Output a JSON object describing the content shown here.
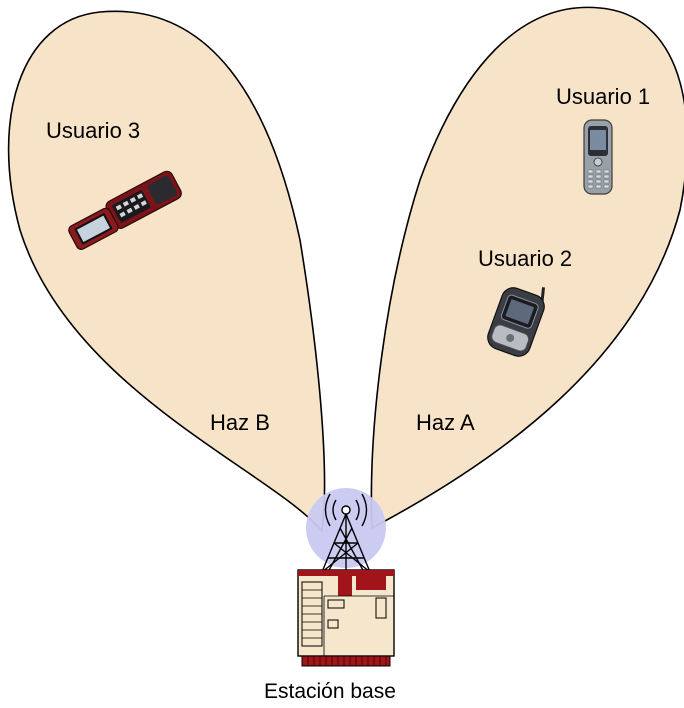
{
  "users": [
    {
      "label": "Usuario 1",
      "icon": "candybar-phone-icon"
    },
    {
      "label": "Usuario 2",
      "icon": "flip-phone-closed-icon"
    },
    {
      "label": "Usuario 3",
      "icon": "flip-phone-open-icon"
    }
  ],
  "beams": [
    {
      "label": "Haz A",
      "fill": "#f7e4c8"
    },
    {
      "label": "Haz B",
      "fill": "#f7e4c8"
    }
  ],
  "base_station": {
    "label": "Estación base",
    "icon": "antenna-tower-icon",
    "halo_color": "#c9c9f2",
    "accent": "#a0141a"
  }
}
